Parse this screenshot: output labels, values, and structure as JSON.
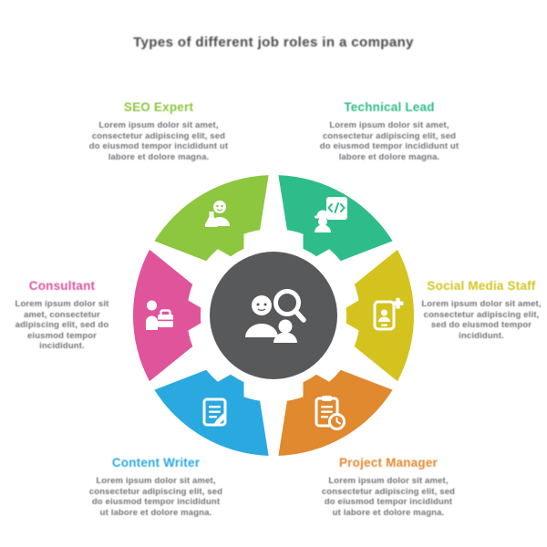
{
  "title": "Types of different job roles in a company",
  "colors": {
    "background": "#ffffff",
    "title_text": "#4a4a4a",
    "description_text": "#737478",
    "center_circle": "#58595b"
  },
  "center": {
    "icon": "candidate-search-icon"
  },
  "segments": [
    {
      "id": "seo-expert",
      "label": "SEO Expert",
      "color": "#8dc63f",
      "position": "top-left",
      "icon": "scientist-flask-icon",
      "description": "Lorem ipsum dolor sit amet, consectetur adipiscing elit, sed do eiusmod tempor incididunt ut labore et dolore magna."
    },
    {
      "id": "technical-lead",
      "label": "Technical Lead",
      "color": "#2ebd8a",
      "position": "top-right",
      "icon": "code-engineer-icon",
      "description": "Lorem ipsum dolor sit amet, consectetur adipiscing elit, sed do eiusmod tempor incididunt ut labore et dolore magna."
    },
    {
      "id": "social-media-staff",
      "label": "Social Media Staff",
      "color": "#d4c31e",
      "position": "right",
      "icon": "phone-add-contact-icon",
      "description": "Lorem ipsum dolor sit amet, consectetur adipiscing elit, sed do eiusmod tempor incididunt."
    },
    {
      "id": "project-manager",
      "label": "Project Manager",
      "color": "#e0892f",
      "position": "bottom-right",
      "icon": "clipboard-clock-icon",
      "description": "Lorem ipsum dolor sit amet, consectetur adipiscing elit, sed do eiusmod tempor incididunt ut labore et dolore magna."
    },
    {
      "id": "content-writer",
      "label": "Content Writer",
      "color": "#2aa9e0",
      "position": "bottom-left",
      "icon": "document-pencil-icon",
      "description": "Lorem ipsum dolor sit amet, consectetur adipiscing elit, sed do eiusmod tempor incididunt ut labore et dolore magna."
    },
    {
      "id": "consultant",
      "label": "Consultant",
      "color": "#e0549b",
      "position": "left",
      "icon": "person-briefcase-icon",
      "description": "Lorem ipsum dolor sit amet, consectetur adipiscing elit, sed do eiusmod tempor incididunt."
    }
  ]
}
